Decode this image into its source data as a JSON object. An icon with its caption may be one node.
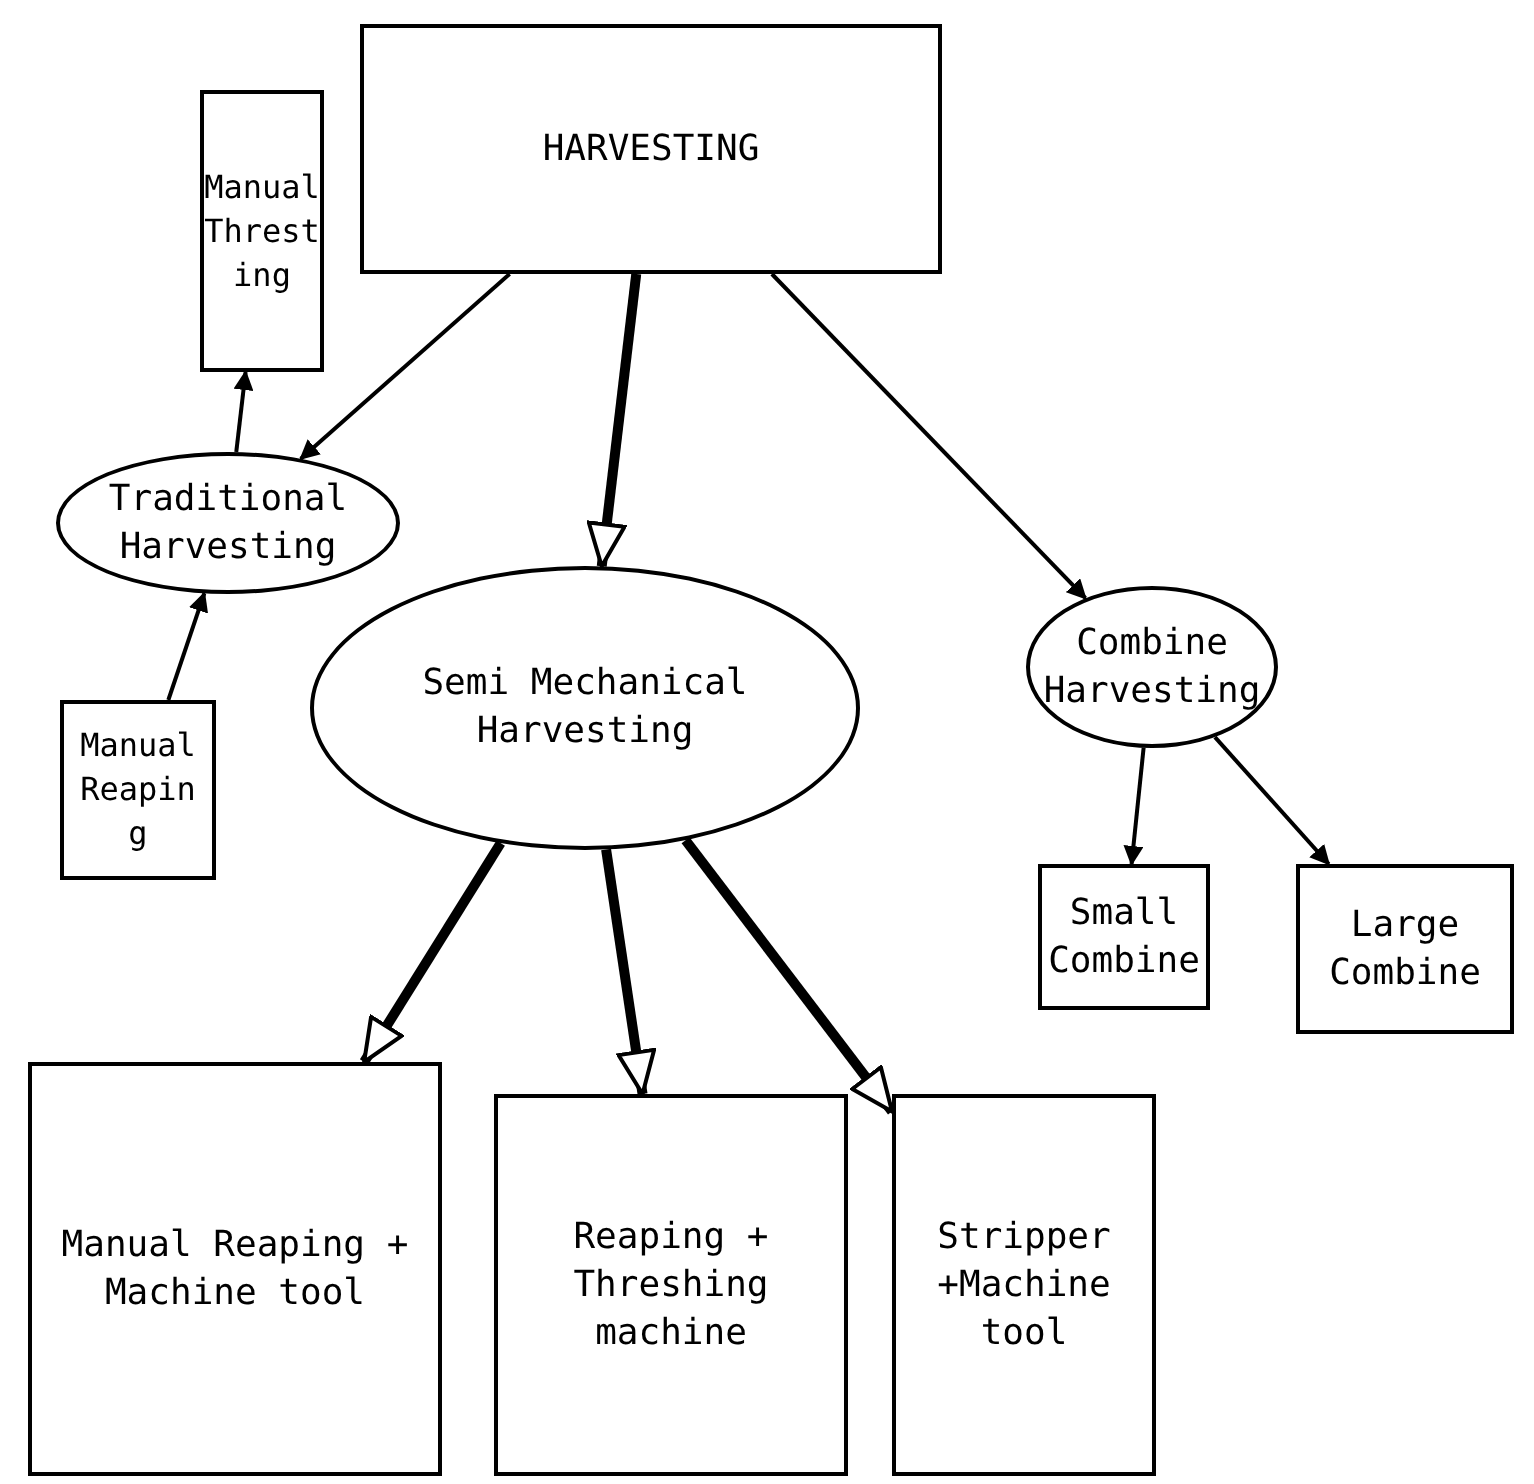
{
  "diagram": {
    "nodes": [
      {
        "text": [
          "HARVESTING"
        ]
      },
      {
        "text": [
          "Manual Threst ing"
        ]
      },
      {
        "text": [
          "Traditional Harvesting"
        ]
      },
      {
        "text": [
          "Manual Reapin g"
        ]
      },
      {
        "text": [
          "Semi Mechanical Harvesting"
        ]
      },
      {
        "text": [
          "Combine Harvesting"
        ]
      },
      {
        "text": [
          "Small Combine"
        ]
      },
      {
        "text": [
          "Large Combine"
        ]
      },
      {
        "text": [
          "Manual Reaping + Machine tool"
        ]
      },
      {
        "text": [
          "Reaping + Threshing machine"
        ]
      },
      {
        "text": [
          "Stripper +Machine tool"
        ]
      }
    ],
    "edges": [
      {
        "from": 0,
        "to": 2,
        "arrow": "to"
      },
      {
        "from": 0,
        "to": 4,
        "arrow": "to",
        "style": "thick"
      },
      {
        "from": 0,
        "to": 5,
        "arrow": "to"
      },
      {
        "from": 2,
        "to": 1,
        "arrow": "to"
      },
      {
        "from": 3,
        "to": 2,
        "arrow": "to"
      },
      {
        "from": 5,
        "to": 6,
        "arrow": "to"
      },
      {
        "from": 5,
        "to": 7,
        "arrow": "to"
      },
      {
        "from": 4,
        "to": 8,
        "arrow": "to",
        "style": "thick"
      },
      {
        "from": 4,
        "to": 9,
        "arrow": "to",
        "style": "thick"
      },
      {
        "from": 4,
        "to": 10,
        "arrow": "to",
        "style": "thick"
      }
    ]
  }
}
